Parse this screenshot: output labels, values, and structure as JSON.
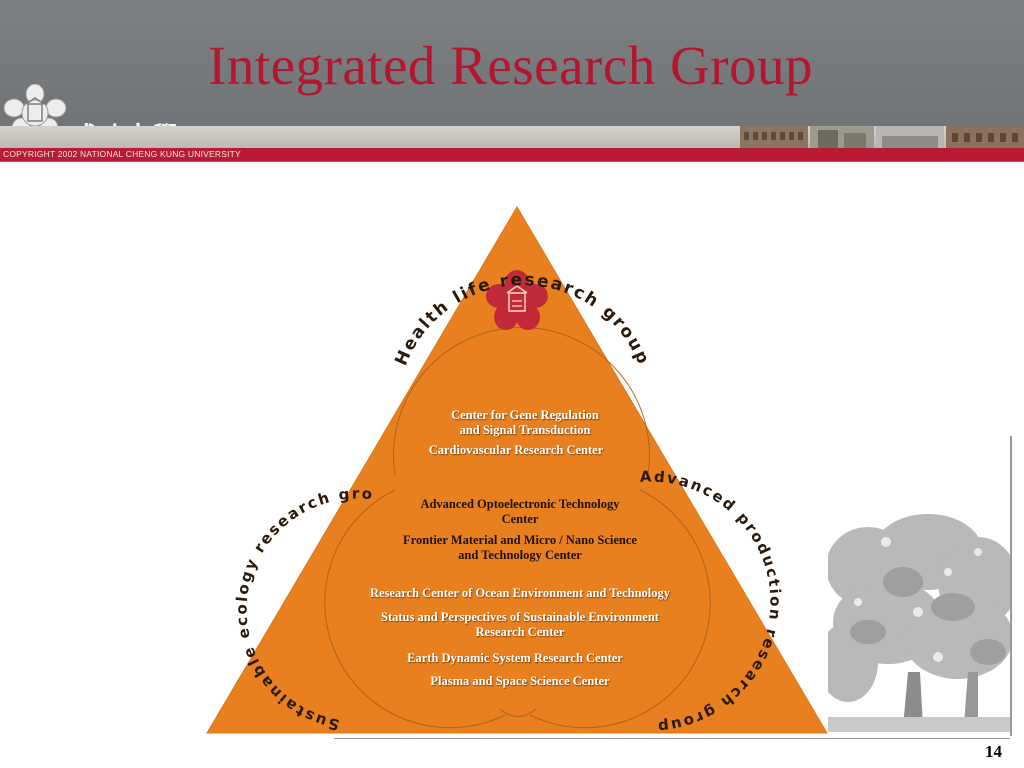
{
  "header": {
    "title": "Integrated Research Group",
    "logo_chars": "成功大學",
    "copyright": "COPYRIGHT 2002 NATIONAL CHENG KUNG UNIVERSITY",
    "colors": {
      "title": "#b3162e",
      "band": "#6e7174",
      "copyright_bar": "#b81b33"
    }
  },
  "diagram": {
    "colors": {
      "triangle": "#e8801f",
      "emblem": "#c22a3a",
      "outline": "#a45a14"
    },
    "groups": {
      "health": "Health life research group",
      "production": "Advanced production research group",
      "ecology": "Sustainable ecology research group"
    },
    "centers": {
      "gene_line1": "Center for Gene Regulation",
      "gene_line2": "and   Signal Transduction",
      "cardio": "Cardiovascular Research Center",
      "opto_line1": "Advanced Optoelectronic Technology",
      "opto_line2": "Center",
      "frontier_line1": "Frontier Material and Micro / Nano Science",
      "frontier_line2": "and Technology Center",
      "ocean": "Research Center of Ocean Environment and Technology",
      "status_line1": "Status and Perspectives of Sustainable Environment",
      "status_line2": "Research Center",
      "earth": "Earth Dynamic System Research Center",
      "plasma": "Plasma and Space Science Center"
    }
  },
  "footer": {
    "page_number": "14"
  }
}
